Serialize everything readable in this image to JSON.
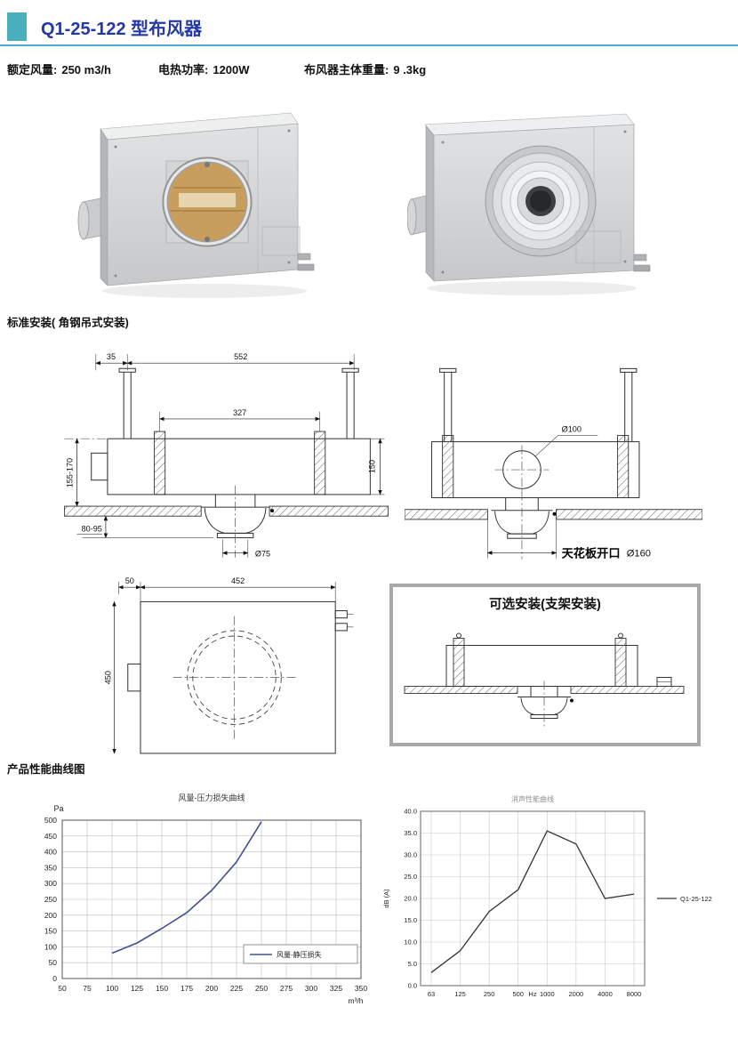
{
  "colors": {
    "accent": "#4aafbd",
    "title_text": "#2438a6"
  },
  "header": {
    "title": "Q1-25-122 型布风器"
  },
  "specs": [
    {
      "label": "额定风量:",
      "value": "250 m3/h"
    },
    {
      "label": "电热功率:",
      "value": "1200W"
    },
    {
      "label": "布风器主体重量:",
      "value": "9 .3kg"
    }
  ],
  "sections": {
    "standard_install": "标准安装( 角钢吊式安装)",
    "optional_install_title": "可选安装(支架安装)",
    "performance": "产品性能曲线图"
  },
  "drawings": {
    "front": {
      "d35": "35",
      "d552": "552",
      "d327": "327",
      "d150": "150",
      "d155_170": "155-170",
      "d80_95": "80-95",
      "d75": "Ø75"
    },
    "side": {
      "d100": "Ø100",
      "ceiling_label": "天花板开口",
      "d160": "Ø160"
    },
    "top": {
      "d50": "50",
      "d452": "452",
      "d450": "450"
    }
  },
  "chart_data": [
    {
      "type": "line",
      "title": "风量-压力损失曲线",
      "ylabel": "Pa",
      "x_unit": "m³/h",
      "xlim": [
        50,
        350
      ],
      "xticks": [
        50,
        75,
        100,
        125,
        150,
        175,
        200,
        225,
        250,
        275,
        300,
        325,
        350
      ],
      "ylim": [
        0,
        500
      ],
      "yticks": [
        0,
        50,
        100,
        150,
        200,
        250,
        300,
        350,
        400,
        450,
        500
      ],
      "x": [
        100,
        125,
        150,
        175,
        200,
        225,
        250
      ],
      "values": [
        80,
        112,
        158,
        208,
        278,
        368,
        495
      ],
      "legend": "风量-静压损失",
      "legend_position": "inside-bottom-right",
      "line_color": "#42508f",
      "grid": true
    },
    {
      "type": "line",
      "title": "消声性能曲线",
      "ylabel": "dB (A)",
      "xlabel": "Hz",
      "categories": [
        "63",
        "125",
        "250",
        "500",
        "1000",
        "2000",
        "4000",
        "8000"
      ],
      "values": [
        3,
        8,
        17,
        22,
        35.5,
        32.5,
        20,
        21
      ],
      "ylim": [
        0,
        40
      ],
      "ytick_step": 5,
      "legend": "Q1-25-122",
      "legend_position": "right",
      "line_color": "#333333",
      "grid": true
    }
  ]
}
